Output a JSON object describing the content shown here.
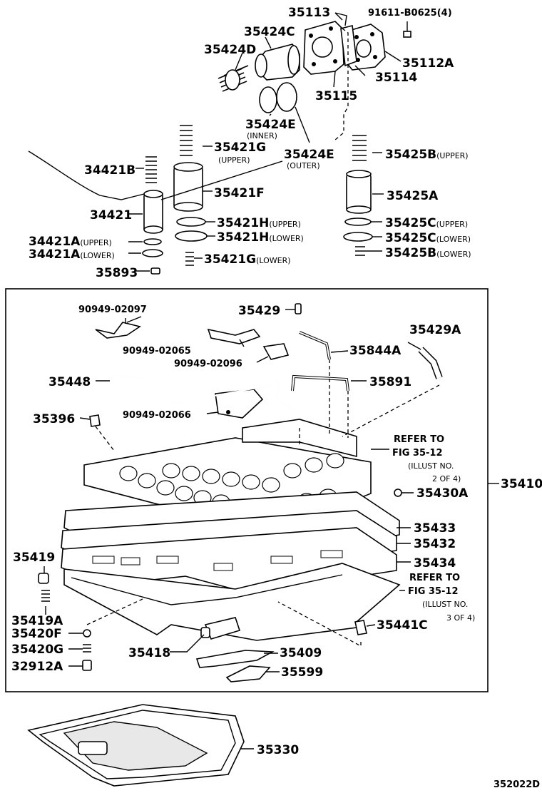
{
  "labels": {
    "p35113": "35113",
    "p91611": "91611-B0625",
    "p91611_qty": "(4)",
    "p35424C": "35424C",
    "p35424D": "35424D",
    "p35112A": "35112A",
    "p35114": "35114",
    "p35115": "35115",
    "p35424E_inner": "35424E",
    "inner": "(INNER)",
    "p35421G_upper": "35421G",
    "upper_paren": "(UPPER)",
    "p35424E_outer": "35424E",
    "outer": "(OUTER)",
    "p35425B_upper": "35425B",
    "upper_b": "(UPPER)",
    "p34421B": "34421B",
    "p35421F": "35421F",
    "p35425A": "35425A",
    "p34421": "34421",
    "p35421H_upper": "35421H",
    "upper_h": "(UPPER)",
    "p35425C_upper": "35425C",
    "upper_c": "(UPPER)",
    "p34421A_upper": "34421A",
    "upper_a": "(UPPER)",
    "p35421H_lower": "35421H",
    "lower_h": "(LOWER)",
    "p35425C_lower": "35425C",
    "lower_c": "(LOWER)",
    "p34421A_lower": "34421A",
    "lower_a": "(LOWER)",
    "p35425B_lower": "35425B",
    "lower_b": "(LOWER)",
    "p35893": "35893",
    "p35421G_lower": "35421G",
    "lower_g": "(LOWER)",
    "p90949_02097": "90949-02097",
    "p35429": "35429",
    "p35429A": "35429A",
    "p90949_02065": "90949-02065",
    "p35844A": "35844A",
    "p90949_02096": "90949-02096",
    "p35448": "35448",
    "p35891": "35891",
    "p35396": "35396",
    "p90949_02066": "90949-02066",
    "refer1_a": "REFER TO",
    "refer1_b": "FIG 35-12",
    "refer1_c": "(ILLUST NO.",
    "refer1_d": "2 OF 4)",
    "p35410": "35410",
    "p35430A": "35430A",
    "p35433": "35433",
    "p35432": "35432",
    "p35419": "35419",
    "p35434": "35434",
    "refer2_a": "REFER TO",
    "refer2_b": "FIG 35-12",
    "refer2_c": "(ILLUST NO.",
    "refer2_d": "3 OF 4)",
    "p35419A": "35419A",
    "p35420F": "35420F",
    "p35441C": "35441C",
    "p35420G": "35420G",
    "p35418": "35418",
    "p35409": "35409",
    "p32912A": "32912A",
    "p35599": "35599",
    "p35330": "35330",
    "figure_id": "352022D"
  }
}
